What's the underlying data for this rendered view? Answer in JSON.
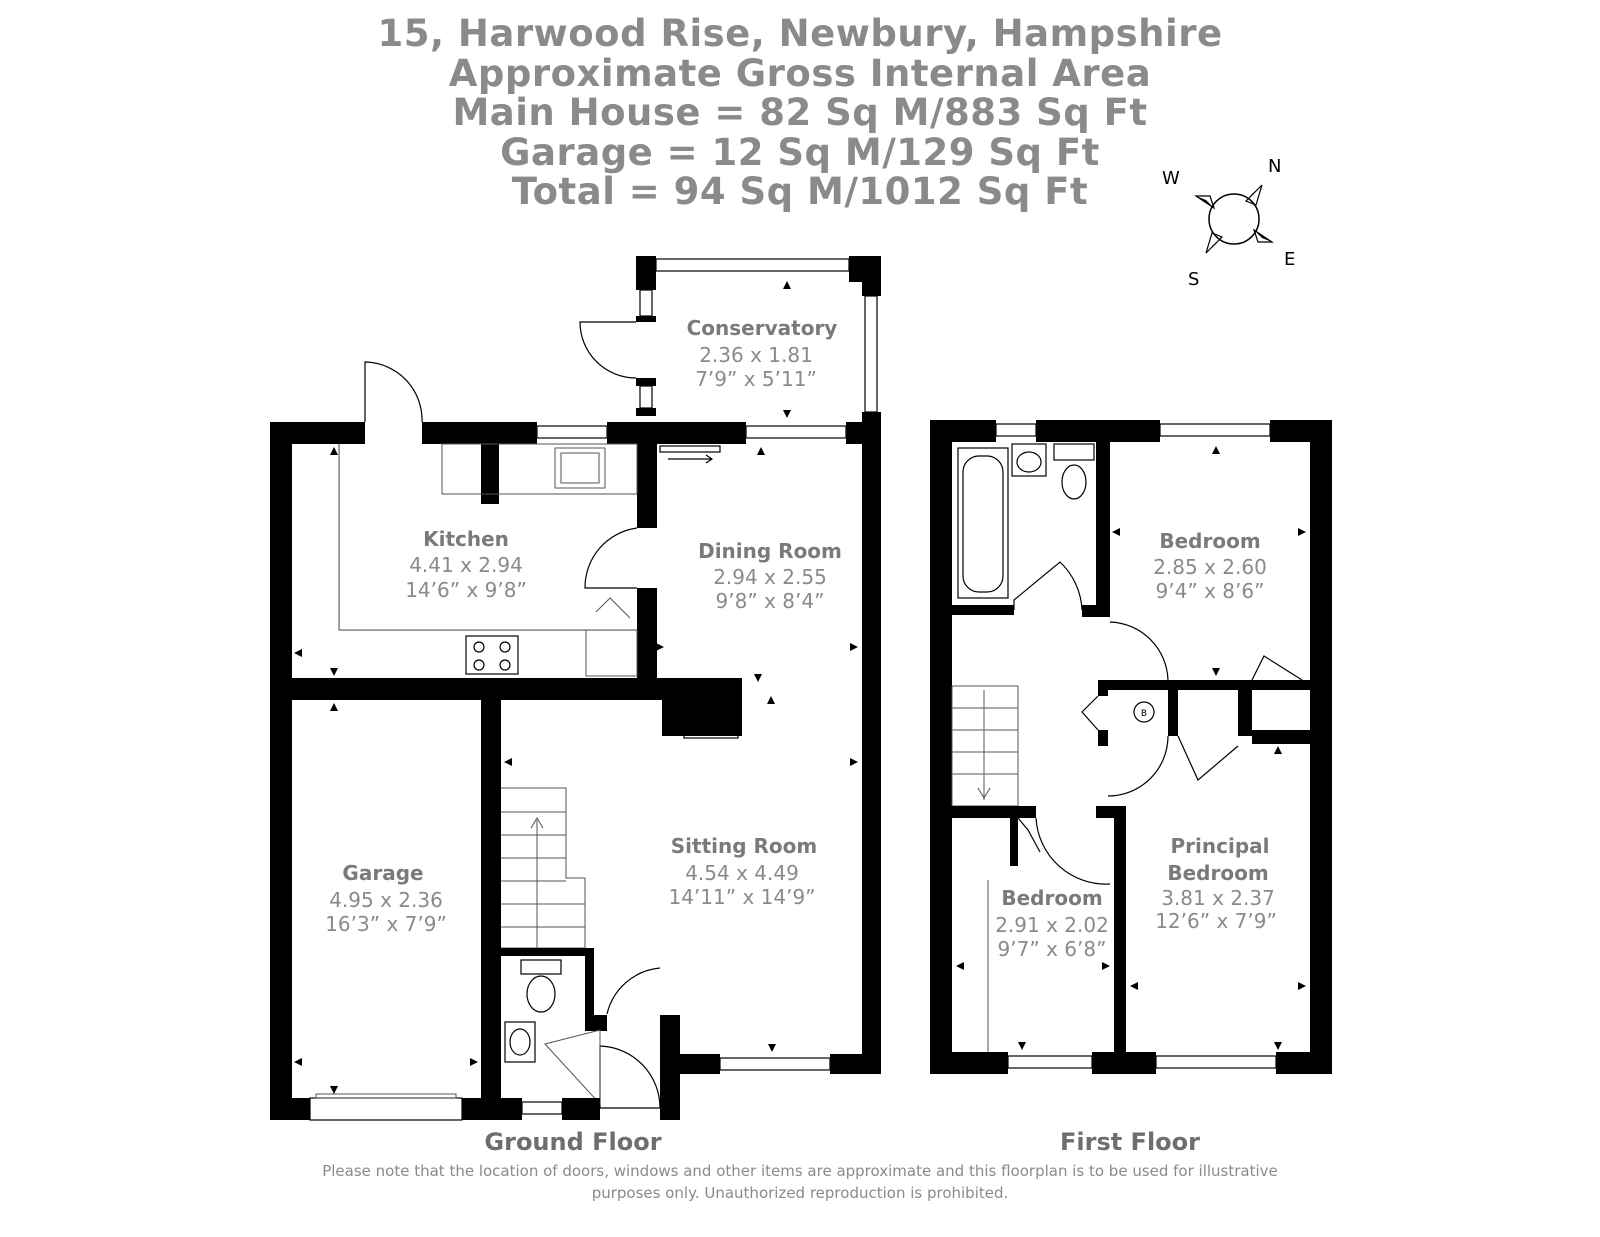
{
  "header": {
    "address": "15, Harwood Rise, Newbury, Hampshire",
    "area_title": "Approximate Gross Internal Area",
    "main_house": "Main House = 82 Sq M/883 Sq Ft",
    "garage": "Garage = 12 Sq M/129 Sq Ft",
    "total": "Total = 94 Sq M/1012 Sq Ft"
  },
  "compass": {
    "n": "N",
    "e": "E",
    "s": "S",
    "w": "W"
  },
  "ground_floor": {
    "label": "Ground Floor",
    "rooms": {
      "conservatory": {
        "name": "Conservatory",
        "metric": "2.36 x 1.81",
        "imperial": "7’9” x 5’11”"
      },
      "kitchen": {
        "name": "Kitchen",
        "metric": "4.41 x 2.94",
        "imperial": "14’6” x 9’8”"
      },
      "dining": {
        "name": "Dining Room",
        "metric": "2.94 x 2.55",
        "imperial": "9’8” x 8’4”"
      },
      "sitting": {
        "name": "Sitting Room",
        "metric": "4.54 x 4.49",
        "imperial": "14’11” x 14’9”"
      },
      "garage": {
        "name": "Garage",
        "metric": "4.95 x 2.36",
        "imperial": "16’3” x 7’9”"
      }
    }
  },
  "first_floor": {
    "label": "First Floor",
    "rooms": {
      "bedroom1": {
        "name": "Bedroom",
        "metric": "2.85 x 2.60",
        "imperial": "9’4” x 8’6”"
      },
      "principal": {
        "name_line1": "Principal",
        "name_line2": "Bedroom",
        "metric": "3.81 x 2.37",
        "imperial": "12’6” x 7’9”"
      },
      "bedroom2": {
        "name": "Bedroom",
        "metric": "2.91 x 2.02",
        "imperial": "9’7” x 6’8”"
      }
    },
    "boiler_label": "B"
  },
  "disclaimer": {
    "line1": "Please note that the location of doors, windows and other items are approximate and this floorplan is to be used for illustrative",
    "line2": "purposes only. Unauthorized reproduction is prohibited."
  }
}
